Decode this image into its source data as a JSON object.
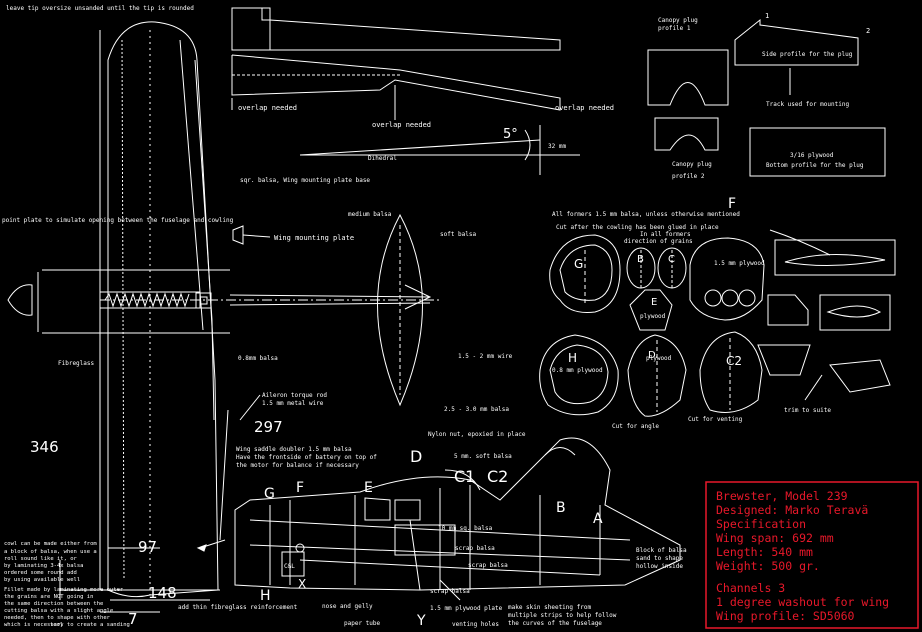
{
  "notes": {
    "tip_note": "leave tip oversize unsanded until the tip is rounded",
    "overlap1": "overlap needed",
    "overlap2": "overlap needed",
    "overlap3": "overlap needed",
    "dihedral_angle": "5°",
    "dihedral_label": "Dihedral",
    "dihedral_dim": "32 mm",
    "wing_plate_base": "sqr. balsa, Wing mounting plate base",
    "wing_mount_plate": "Wing mounting plate",
    "point_plate": "point plate to simulate opening between the fuselage and cowling",
    "medium_balsa": "medium balsa",
    "soft_balsa": "soft balsa",
    "fibreglass": "Fibreglass",
    "balsa_08": "0.8mm balsa",
    "wire_15_2": "1.5 - 2 mm wire",
    "aileron_rod": "Aileron torque rod",
    "aileron_rod2": "1.5 mm metal wire",
    "balsa_25_3": "2.5 - 3.0 mm balsa",
    "nylon_nut": "Nylon nut, epoxied in place",
    "soft_balsa_5": "5 mm. soft balsa",
    "saddle1": "Wing saddle doubler 1.5 mm balsa",
    "saddle2": "Have the frontside of battery on top of",
    "saddle3": "the motor for balance if necessary",
    "sq_balsa_10": "10 mm sq. balsa",
    "scrap_balsa1": "scrap balsa",
    "scrap_balsa2": "scrap balsa",
    "scrap_balsa3": "scrap balsa",
    "nose_putty": "nose and gelly",
    "paper_tube": "paper tube",
    "ply_plate": "1.5 mm plywood plate",
    "venting_holes": "venting holes",
    "skin_sheeting1": "make skin sheeting from",
    "skin_sheeting2": "multiple strips to help follow",
    "skin_sheeting3": "the curves of the fuselage",
    "block_balsa1": "Block of balsa",
    "block_balsa2": "sand to shape",
    "block_balsa3": "hollow inside",
    "cowl1": "cowl can be made either from",
    "cowl2": "a block of balsa, when use a",
    "cowl3": "roll sound like it, or",
    "cowl4": "by laminating 3-4x balsa",
    "cowl5": "ordered some round add",
    "cowl6": "by using available well",
    "fillet1": "Fillet made by laminating more outer",
    "fillet2": "the grains are NOT going in",
    "fillet3": "the same direction between the",
    "fillet4": "cutting balsa with a slight angle",
    "fillet5": "needed, then to shape with other",
    "fillet6": "which is necessary to create a sanding",
    "fillet7": "tool",
    "add_fibreglass": "add thin fibreglass reinforcement",
    "dim_346": "346",
    "dim_97": "97",
    "dim_148": "148",
    "dim_7": "7",
    "dim_297": "297",
    "canopy_plug1": "Canopy plug",
    "canopy_plug1b": "profile 1",
    "canopy_plug2": "Canopy plug",
    "canopy_plug2b": "profile 2",
    "side_profile": "Side profile for the plug",
    "track_mounting": "Track used for mounting",
    "ply_316": "3/16 plywood",
    "bottom_profile": "Bottom profile for the plug",
    "marker_1": "1",
    "marker_2": "2",
    "formers_note": "All formers 1.5 mm balsa, unless otherwise mentioned",
    "cut_after": "Cut after the cowling has been glued in place",
    "in_all": "In all formers",
    "direction": "direction of grains",
    "plywood_15": "1.5 mm plywood",
    "plywood_e": "plywood",
    "plywood_08": "0.8 mm plywood",
    "plywood_d": "plywood",
    "cut_angle": "Cut for angle",
    "cut_venting": "Cut for venting",
    "trim_suite": "trim to suite",
    "F_label": "F",
    "G": "G",
    "B": "B",
    "C": "C",
    "E": "E",
    "H": "H",
    "D": "D",
    "C2": "C2",
    "fus_D": "D",
    "fus_C1": "C1",
    "fus_C2": "C2",
    "fus_B": "B",
    "fus_A": "A",
    "fus_G": "G",
    "fus_F": "F",
    "fus_E": "E",
    "fus_H": "H",
    "fus_X": "X",
    "fus_Y": "Y",
    "fus_tag": "C&L"
  },
  "spec": {
    "line1": "Brewster, Model 239",
    "line2": "Designed: Marko Teravä",
    "line3": "Specification",
    "line4": "Wing span: 692 mm",
    "line5": "Length: 540 mm",
    "line6": "Weight: 500 gr.",
    "line7": "Channels 3",
    "line8": "1 degree washout for wing",
    "line9": "Wing profile: SD5060"
  },
  "colors": {
    "background": "#000000",
    "lines": "#ffffff",
    "spec": "#e8182a"
  }
}
